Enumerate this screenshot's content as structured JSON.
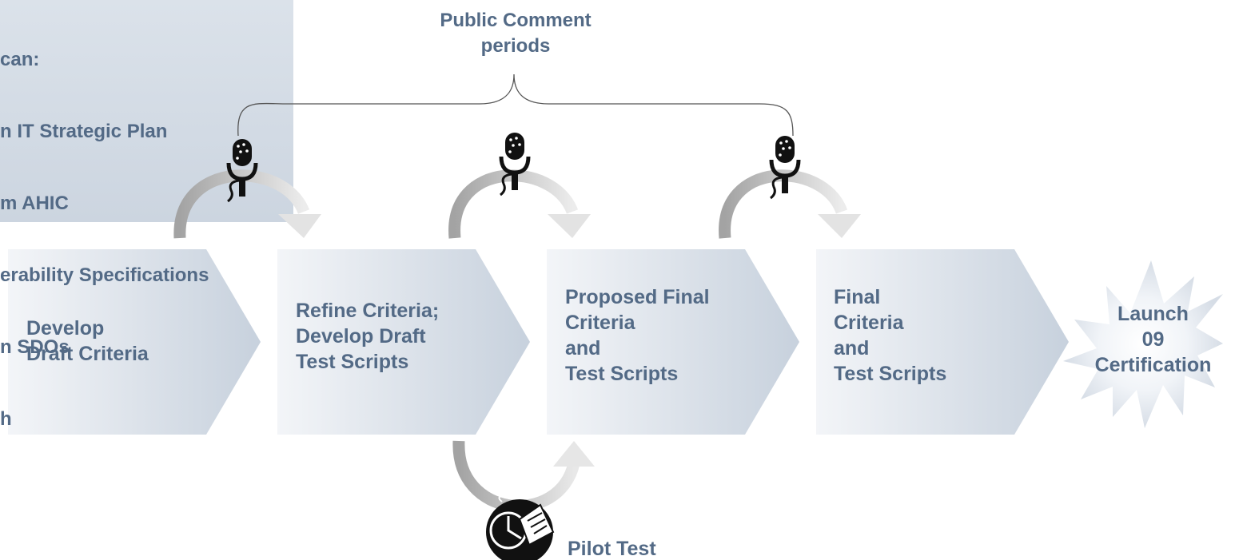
{
  "inputs_box": {
    "lines": [
      "can:",
      "n IT Strategic Plan",
      "m AHIC",
      "erability Specifications",
      "n SDOs",
      "h"
    ]
  },
  "public_comment": {
    "label": "Public Comment\nperiods"
  },
  "steps": [
    {
      "label": "Develop\nDraft Criteria"
    },
    {
      "label": "Refine Criteria;\nDevelop Draft\nTest Scripts"
    },
    {
      "label": "Proposed Final\nCriteria\nand\nTest Scripts"
    },
    {
      "label": "Final\nCriteria\nand\nTest Scripts"
    }
  ],
  "launch": {
    "label": "Launch\n09\nCertification"
  },
  "pilot_test": {
    "label": "Pilot Test"
  },
  "colors": {
    "text": "#536a86",
    "chevron_dark": "#cdd6e1",
    "chevron_light": "#f3f5f8",
    "box": "#d3dbe6",
    "arrow_dark": "#a8a8a8",
    "arrow_light": "#e6e6e6"
  },
  "icons": [
    "microphone-icon",
    "pilot-test-icon",
    "starburst-icon"
  ]
}
